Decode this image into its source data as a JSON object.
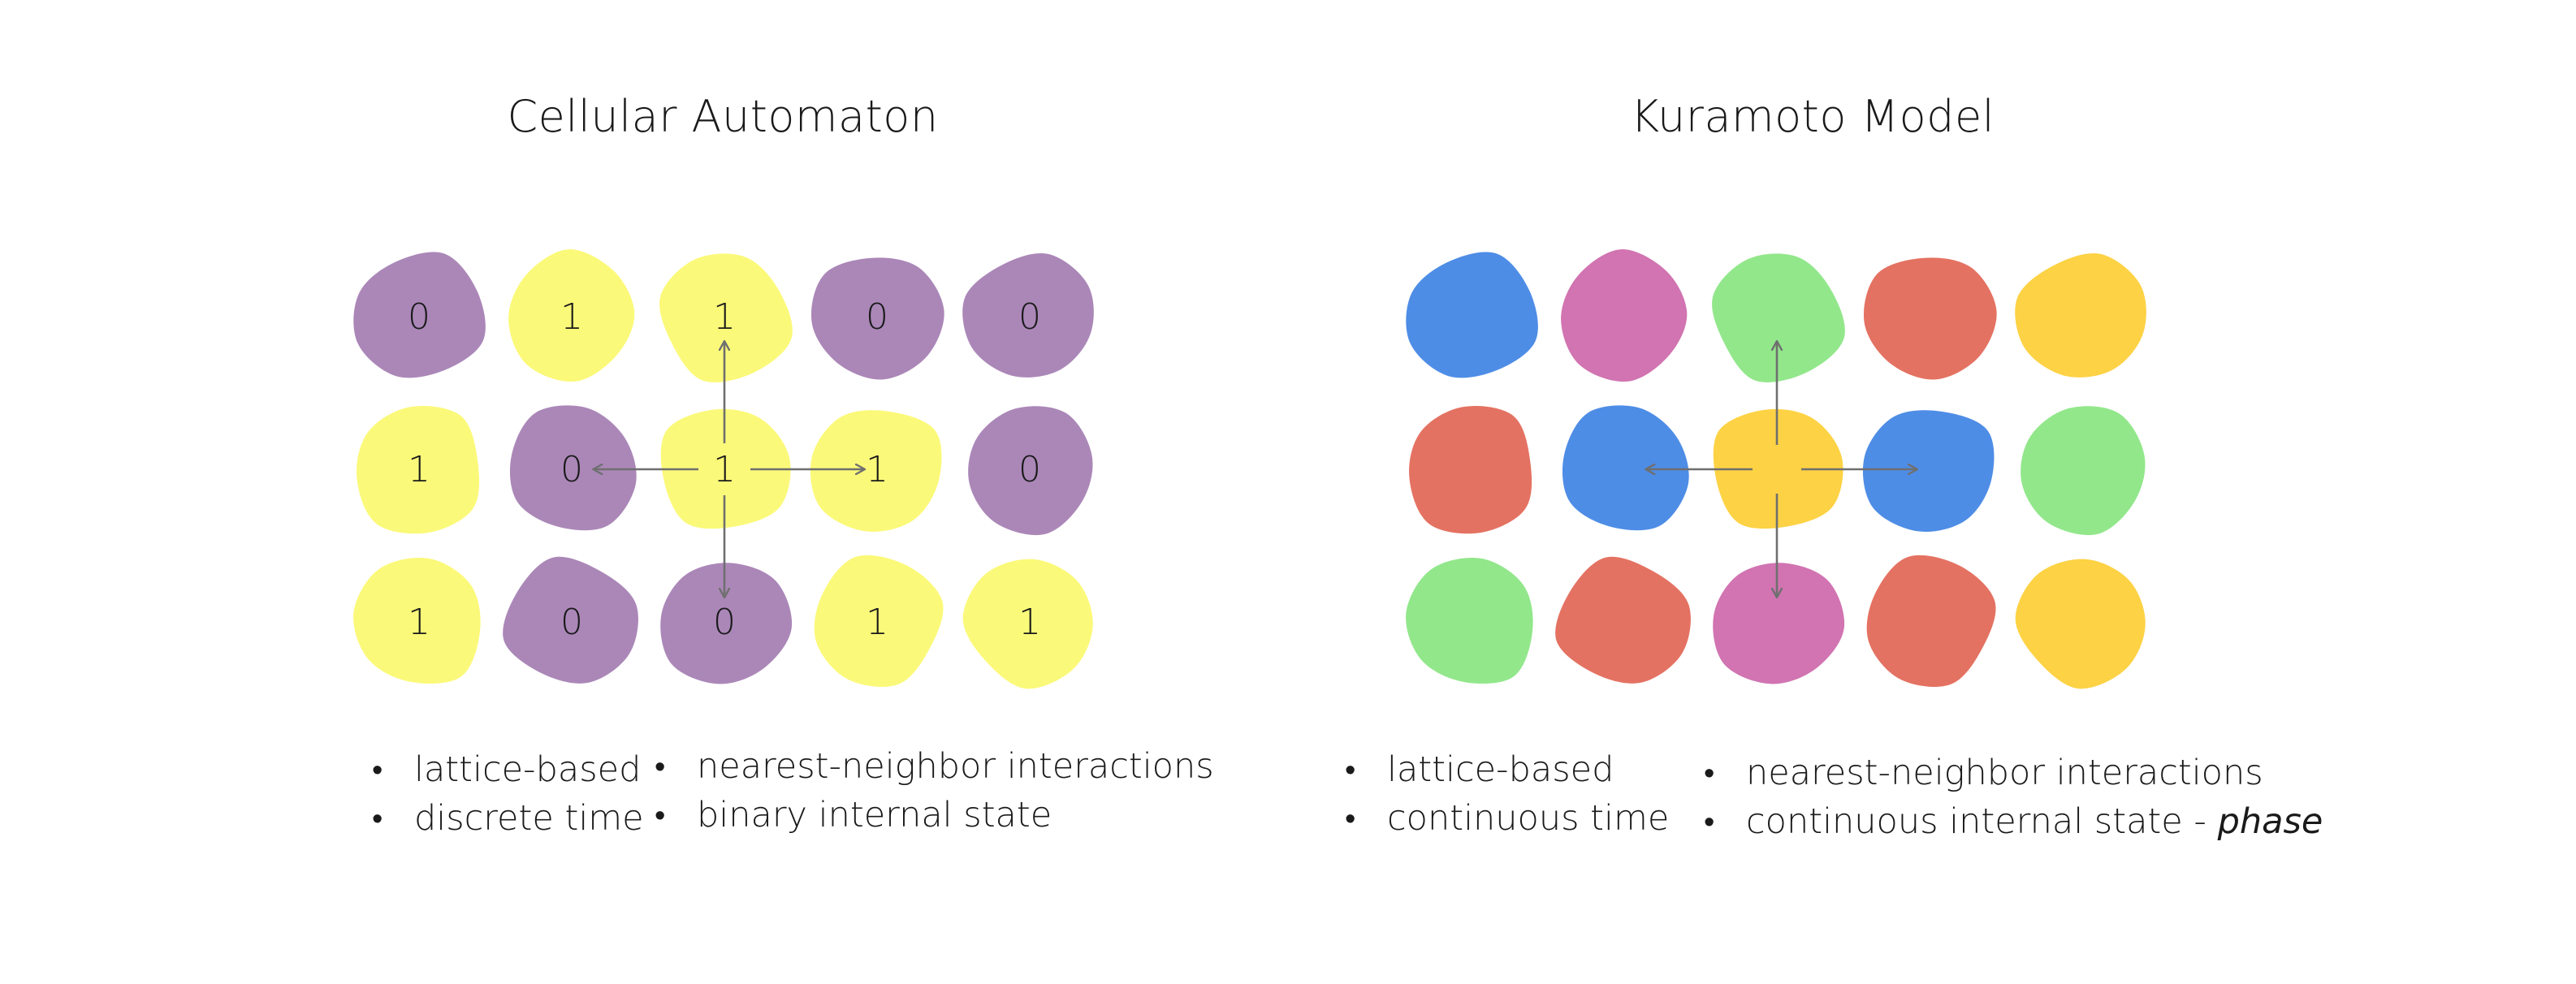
{
  "left": {
    "title": "Cellular Automaton",
    "cells": [
      {
        "value": "0",
        "color": "#ab87b8"
      },
      {
        "value": "1",
        "color": "#fbf979"
      },
      {
        "value": "1",
        "color": "#fbf979"
      },
      {
        "value": "0",
        "color": "#ab87b8"
      },
      {
        "value": "0",
        "color": "#ab87b8"
      },
      {
        "value": "1",
        "color": "#fbf979"
      },
      {
        "value": "0",
        "color": "#ab87b8"
      },
      {
        "value": "1",
        "color": "#fbf979"
      },
      {
        "value": "1",
        "color": "#fbf979"
      },
      {
        "value": "0",
        "color": "#ab87b8"
      },
      {
        "value": "1",
        "color": "#fbf979"
      },
      {
        "value": "0",
        "color": "#ab87b8"
      },
      {
        "value": "0",
        "color": "#ab87b8"
      },
      {
        "value": "1",
        "color": "#fbf979"
      },
      {
        "value": "1",
        "color": "#fbf979"
      }
    ],
    "bullets_col1": [
      "lattice-based",
      "discrete time"
    ],
    "bullets_col2": [
      "nearest-neighbor interactions",
      "binary internal state"
    ]
  },
  "right": {
    "title": "Kuramoto Model",
    "cells": [
      {
        "color": "#4e8de6"
      },
      {
        "color": "#d174b1"
      },
      {
        "color": "#92e78b"
      },
      {
        "color": "#e47262"
      },
      {
        "color": "#fdd244"
      },
      {
        "color": "#e47262"
      },
      {
        "color": "#4e8de6"
      },
      {
        "color": "#fdd244"
      },
      {
        "color": "#4e8de6"
      },
      {
        "color": "#92e78b"
      },
      {
        "color": "#92e78b"
      },
      {
        "color": "#e47262"
      },
      {
        "color": "#d174b1"
      },
      {
        "color": "#e47262"
      },
      {
        "color": "#fdd244"
      }
    ],
    "bullets_col1": [
      "lattice-based",
      "continuous time"
    ],
    "bullets_col2": [
      "nearest-neighbor interactions"
    ],
    "bullet_phase_prefix": "continuous internal state - ",
    "bullet_phase_emph": "phase"
  },
  "colors": {
    "arrow": "#6f6f6f",
    "text": "#1a1a1a"
  }
}
